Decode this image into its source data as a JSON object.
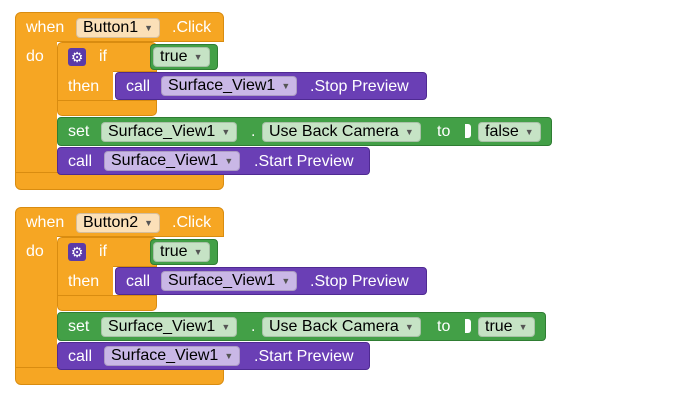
{
  "blocks": [
    {
      "when": "when",
      "component": "Button1",
      "event": ".Click",
      "do": "do",
      "if_label": "if",
      "condition": "true",
      "then_label": "then",
      "stop": {
        "call": "call",
        "component": "Surface_View1",
        "method": ".Stop Preview"
      },
      "set": {
        "set": "set",
        "component": "Surface_View1",
        "dot": ".",
        "property": "Use Back Camera",
        "to": "to",
        "value": "false"
      },
      "start": {
        "call": "call",
        "component": "Surface_View1",
        "method": ".Start Preview"
      }
    },
    {
      "when": "when",
      "component": "Button2",
      "event": ".Click",
      "do": "do",
      "if_label": "if",
      "condition": "true",
      "then_label": "then",
      "stop": {
        "call": "call",
        "component": "Surface_View1",
        "method": ".Stop Preview"
      },
      "set": {
        "set": "set",
        "component": "Surface_View1",
        "dot": ".",
        "property": "Use Back Camera",
        "to": "to",
        "value": "true"
      },
      "start": {
        "call": "call",
        "component": "Surface_View1",
        "method": ".Start Preview"
      }
    }
  ],
  "colors": {
    "event": "#f6a623",
    "call": "#6a3fb5",
    "setter": "#43a047"
  },
  "icons": {
    "mutator": "gear-icon",
    "dropdown": "chevron-down-icon"
  }
}
